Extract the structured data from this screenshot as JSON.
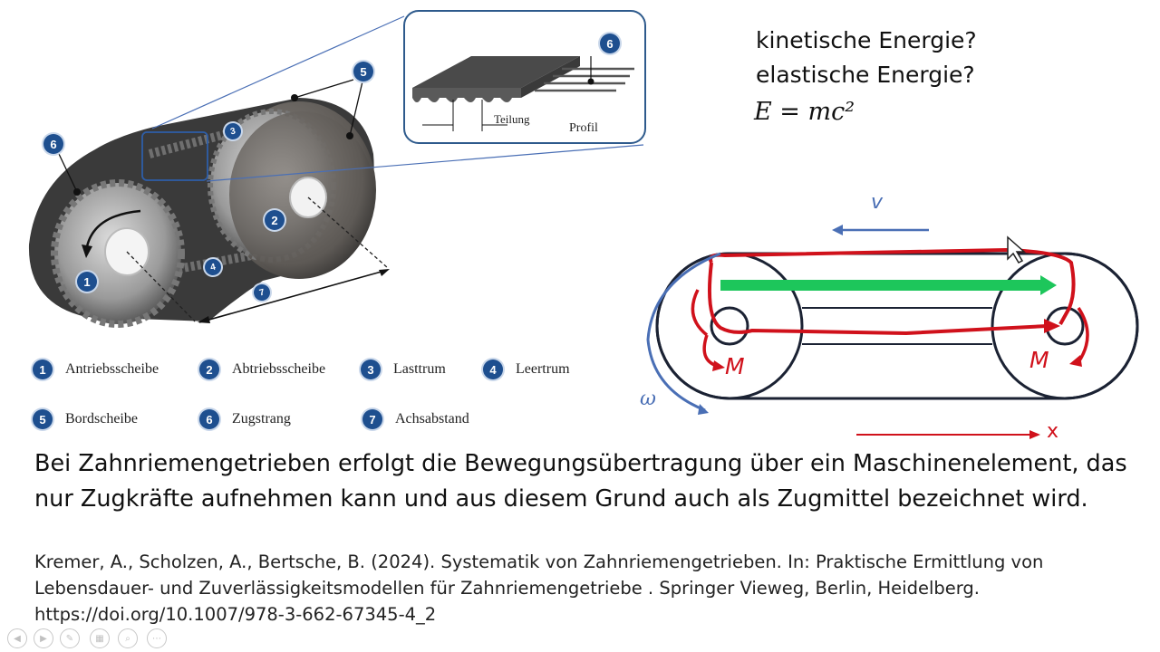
{
  "figure": {
    "badges": {
      "b1": "1",
      "b2": "2",
      "b3": "3",
      "b4": "4",
      "b5": "5",
      "b6": "6",
      "b7": "7"
    },
    "inset": {
      "teilung": "Teilung",
      "profil": "Profil",
      "badge": "6"
    },
    "legend": [
      {
        "num": "1",
        "label": "Antriebsscheibe"
      },
      {
        "num": "2",
        "label": "Abtriebsscheibe"
      },
      {
        "num": "3",
        "label": "Lasttrum"
      },
      {
        "num": "4",
        "label": "Leertrum"
      },
      {
        "num": "5",
        "label": "Bordscheibe"
      },
      {
        "num": "6",
        "label": "Zugstrang"
      },
      {
        "num": "7",
        "label": "Achsabstand"
      }
    ]
  },
  "questions": {
    "line1": "kinetische Energie?",
    "line2": "elastische Energie?",
    "formula": "E = mc²"
  },
  "diagram": {
    "v_label": "v",
    "m_left": "M",
    "m_right": "M",
    "omega": "ω",
    "x_label": "x",
    "colors": {
      "red": "#d0111b",
      "blue": "#4a6fb5",
      "green": "#1dc65b",
      "dark": "#1b2233"
    }
  },
  "body": {
    "paragraph": "Bei Zahnriemengetrieben erfolgt die Bewegungsübertragung über ein Maschinenelement, das nur Zugkräfte aufnehmen kann und aus diesem Grund auch als Zugmittel bezeichnet wird.",
    "reference_line1": "Kremer, A., Scholzen, A., Bertsche, B. (2024). Systematik von Zahnriemengetrieben. In: Praktische Ermittlung von",
    "reference_line2": "Lebensdauer- und Zuverlässigkeitsmodellen für Zahnriemengetriebe . Springer Vieweg, Berlin, Heidelberg.",
    "reference_line3": "https://doi.org/10.1007/978-3-662-67345-4_2"
  },
  "controls": {
    "icons": [
      "prev-icon",
      "next-icon",
      "pen-icon",
      "slides-icon",
      "zoom-icon",
      "more-icon"
    ]
  }
}
